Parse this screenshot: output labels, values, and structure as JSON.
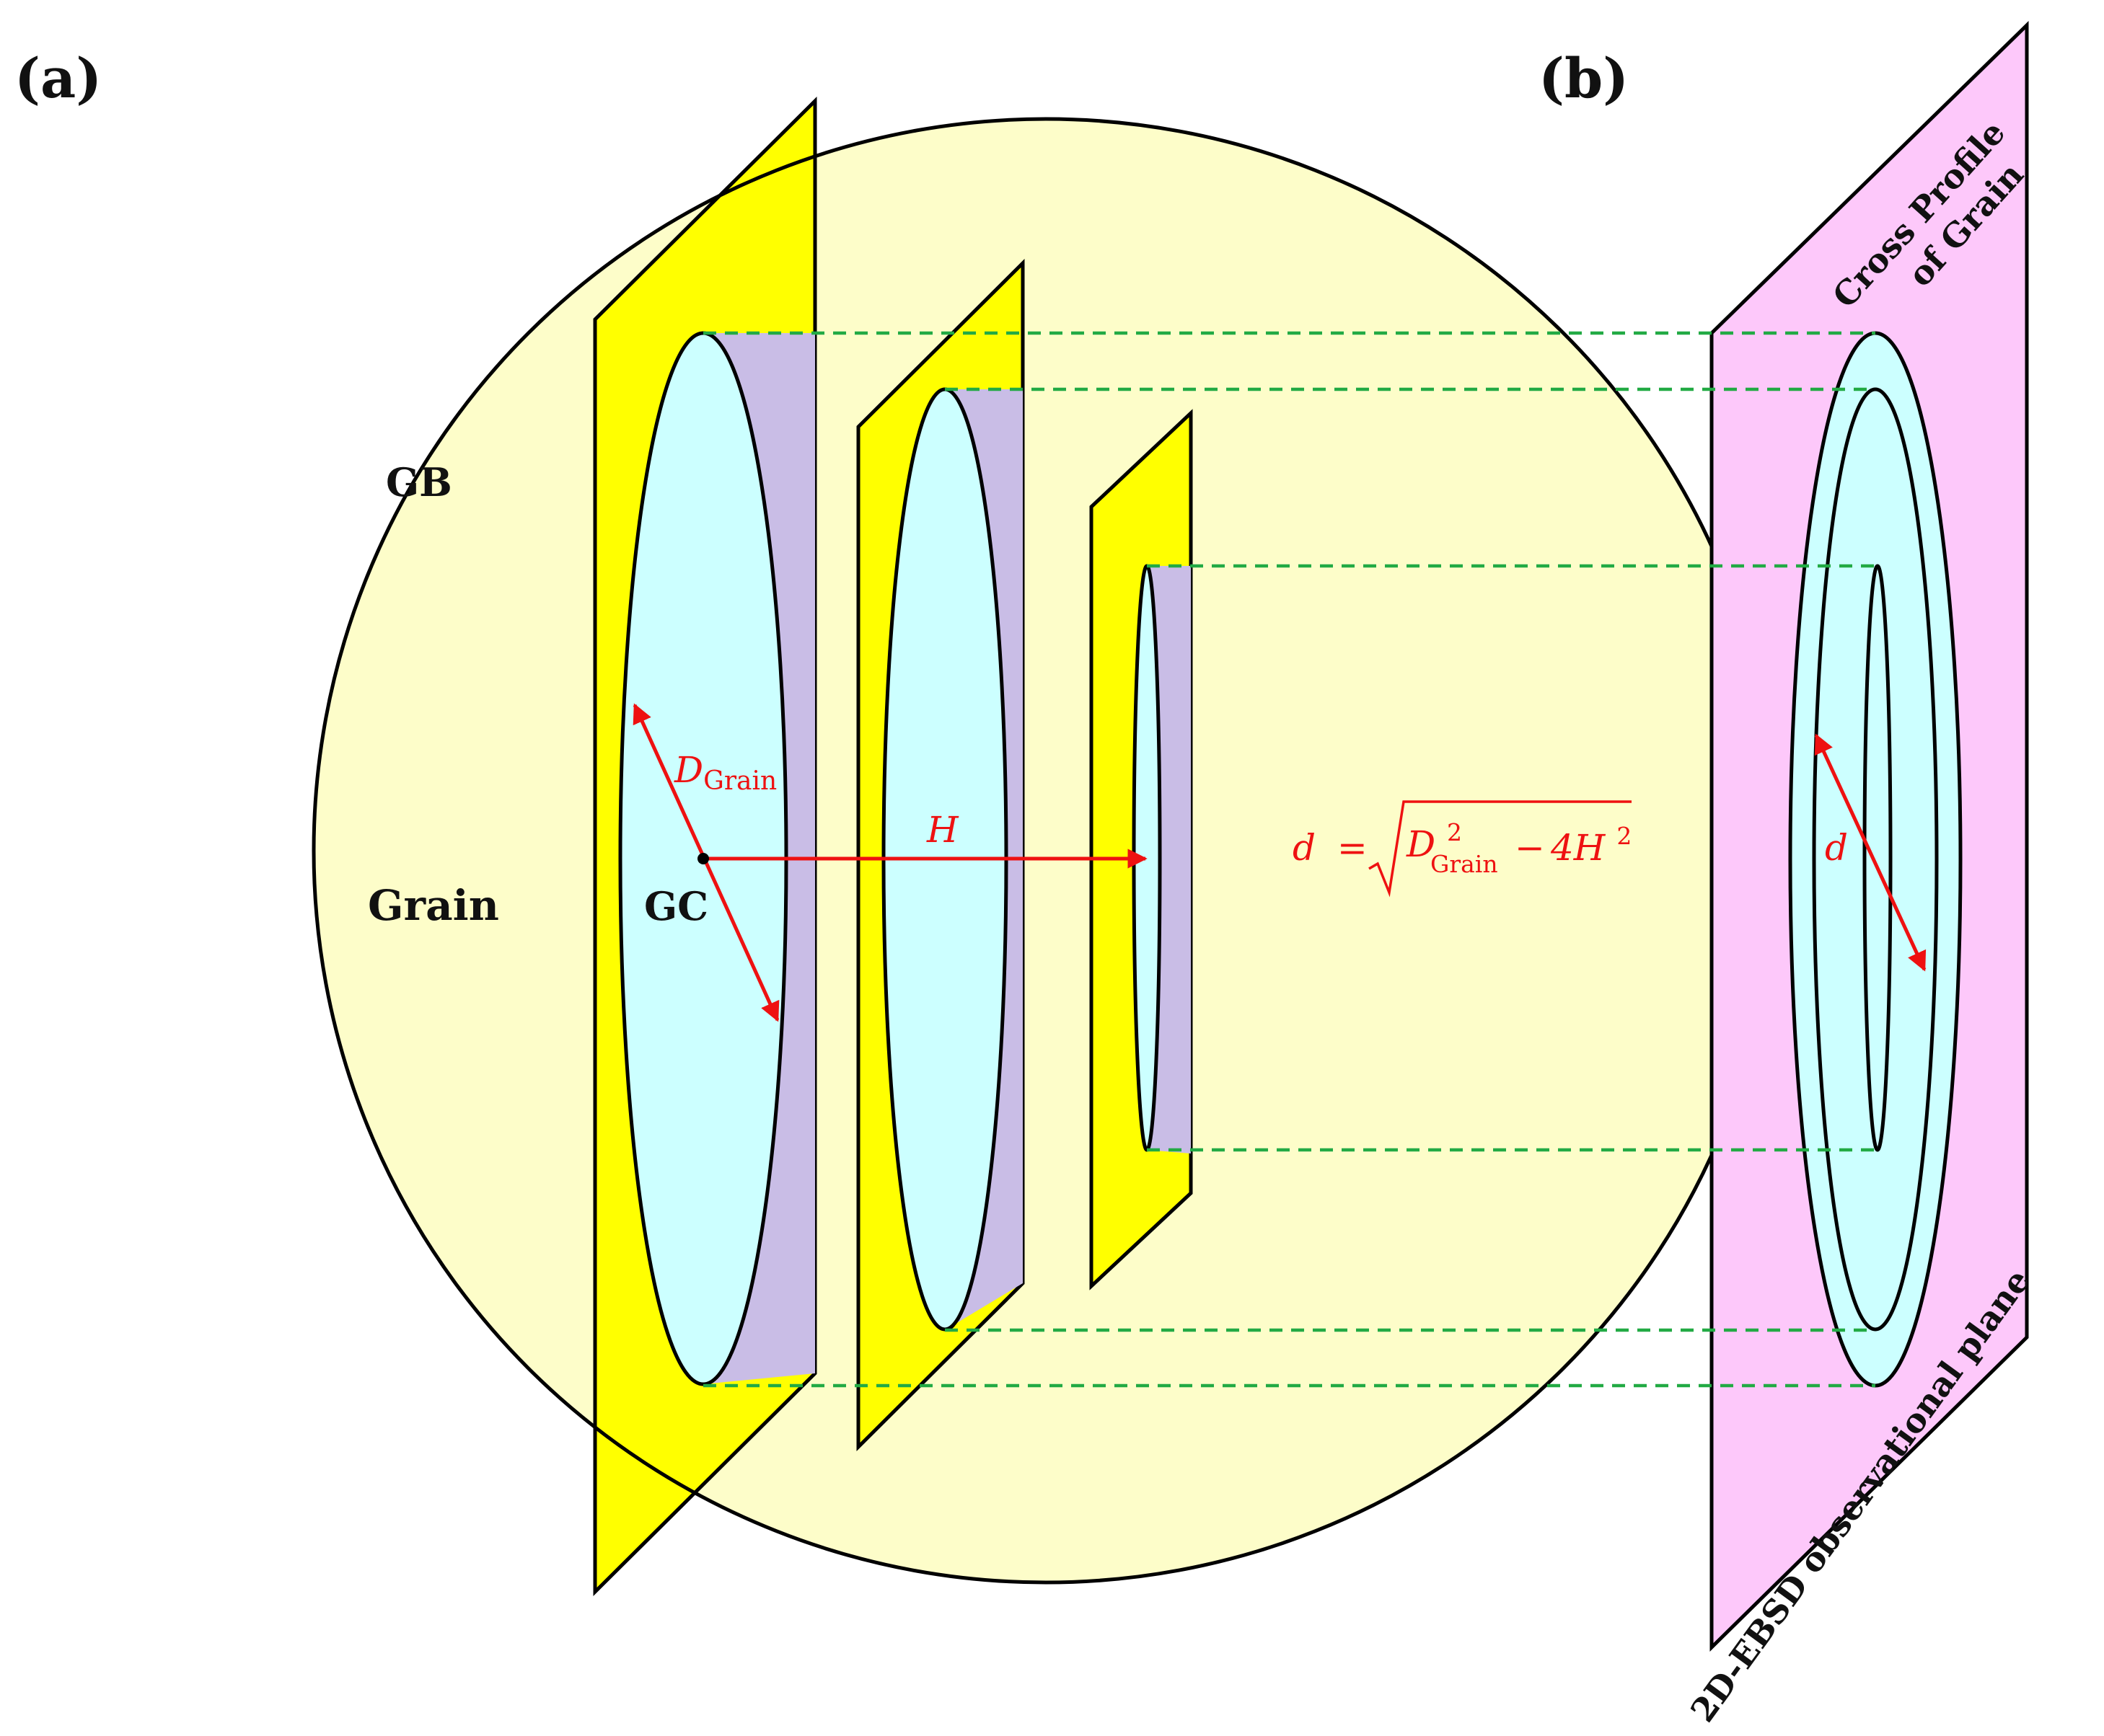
{
  "panels": {
    "a": "(a)",
    "b": "(b)"
  },
  "labels": {
    "gb": "GB",
    "grain": "Grain",
    "gc": "GC",
    "cross_profile_line1": "Cross Profile",
    "cross_profile_line2": "of Grain",
    "observational_plane": "2D-EBSD observational plane"
  },
  "math": {
    "d_grain_symbol": "D",
    "d_grain_subscript": "Grain",
    "h_symbol": "H",
    "d_symbol": "d",
    "formula": {
      "lhs": "d",
      "eq": "=",
      "d_symbol": "D",
      "exponent": "2",
      "subscript": "Grain",
      "minus": "−",
      "four_h": "4H",
      "h_exponent": "2"
    }
  },
  "colors": {
    "grain_fill": "#fdfdc9",
    "plane_yellow": "#ffff00",
    "section_cyan": "#ccffff",
    "section_lavender": "#c9bde6",
    "ebsd_plane": "#fdc8fa",
    "projection_line": "#22aa44",
    "annotation": "#ee1111"
  }
}
